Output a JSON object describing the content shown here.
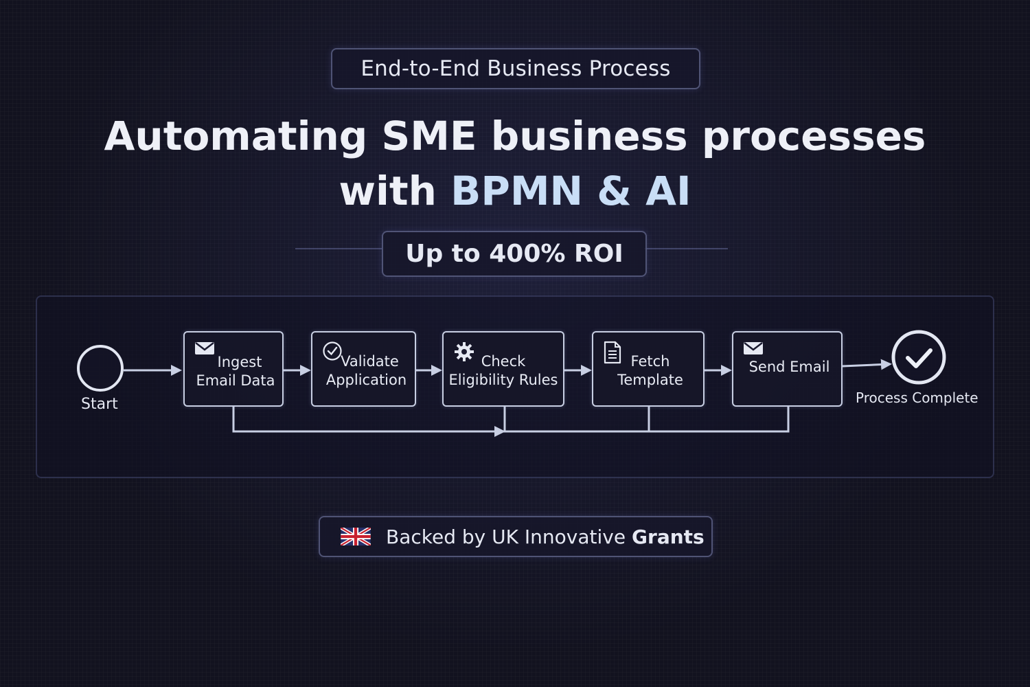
{
  "tag": "End-to-End Business Process",
  "headline": {
    "line1": "Automating SME business processes",
    "line2_prefix": "with ",
    "line2_accent": "BPMN & AI"
  },
  "roi": "Up to 400% ROI",
  "diagram": {
    "start_label": "Start",
    "end_label": "Process Complete",
    "tasks": [
      {
        "line1": "Ingest",
        "line2": "Email Data",
        "icon": "envelope-icon"
      },
      {
        "line1": "Validate",
        "line2": "Application",
        "icon": "check-circle-icon"
      },
      {
        "line1": "Check",
        "line2": "Eligibility Rules",
        "icon": "gear-icon"
      },
      {
        "line1": "Fetch",
        "line2": "Template",
        "icon": "document-icon"
      },
      {
        "line1": "Send Email",
        "line2": "",
        "icon": "envelope-icon"
      }
    ]
  },
  "backed": {
    "prefix": "Backed by UK Innovative",
    "bold": "Grants",
    "icon": "uk-flag-icon"
  },
  "colors": {
    "background": "#12121f",
    "accent": "#c9def6",
    "line": "#c8cfe3"
  }
}
